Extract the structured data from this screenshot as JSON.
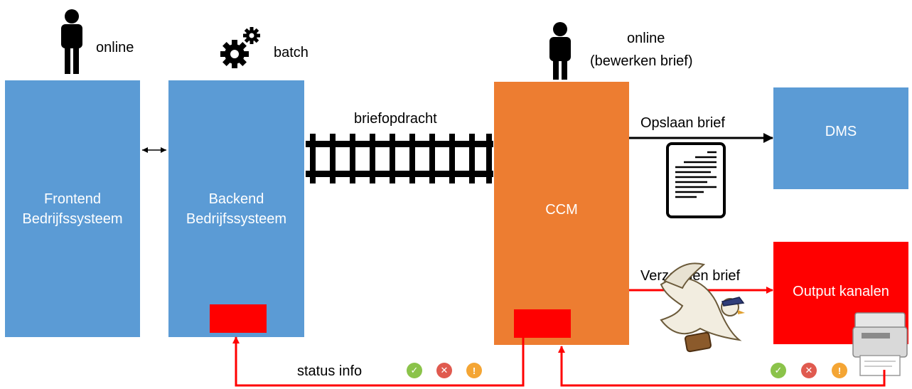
{
  "actors": {
    "frontend_user": "online",
    "batch_process": "batch",
    "ccm_user_line1": "online",
    "ccm_user_line2": "(bewerken brief)"
  },
  "boxes": {
    "frontend": {
      "line1": "Frontend",
      "line2": "Bedrijfssysteem"
    },
    "backend": {
      "line1": "Backend",
      "line2": "Bedrijfssysteem"
    },
    "ccm": {
      "label": "CCM"
    },
    "dms": {
      "label": "DMS"
    },
    "output": {
      "label": "Output kanalen"
    }
  },
  "connections": {
    "briefopdracht": "briefopdracht",
    "opslaan": "Opslaan brief",
    "verzenden": "Verzenden brief",
    "status_info": "status info"
  },
  "status_icons": [
    {
      "name": "success-icon",
      "symbol": "✓",
      "color": "#8bc34a"
    },
    {
      "name": "error-icon",
      "symbol": "✕",
      "color": "#e05a4f"
    },
    {
      "name": "warning-icon",
      "symbol": "!",
      "color": "#f4a534"
    }
  ],
  "colors": {
    "box_blue": "#5b9bd5",
    "box_orange": "#ed7d31",
    "box_red": "#ff0000",
    "arrow_red": "#ff0000"
  }
}
